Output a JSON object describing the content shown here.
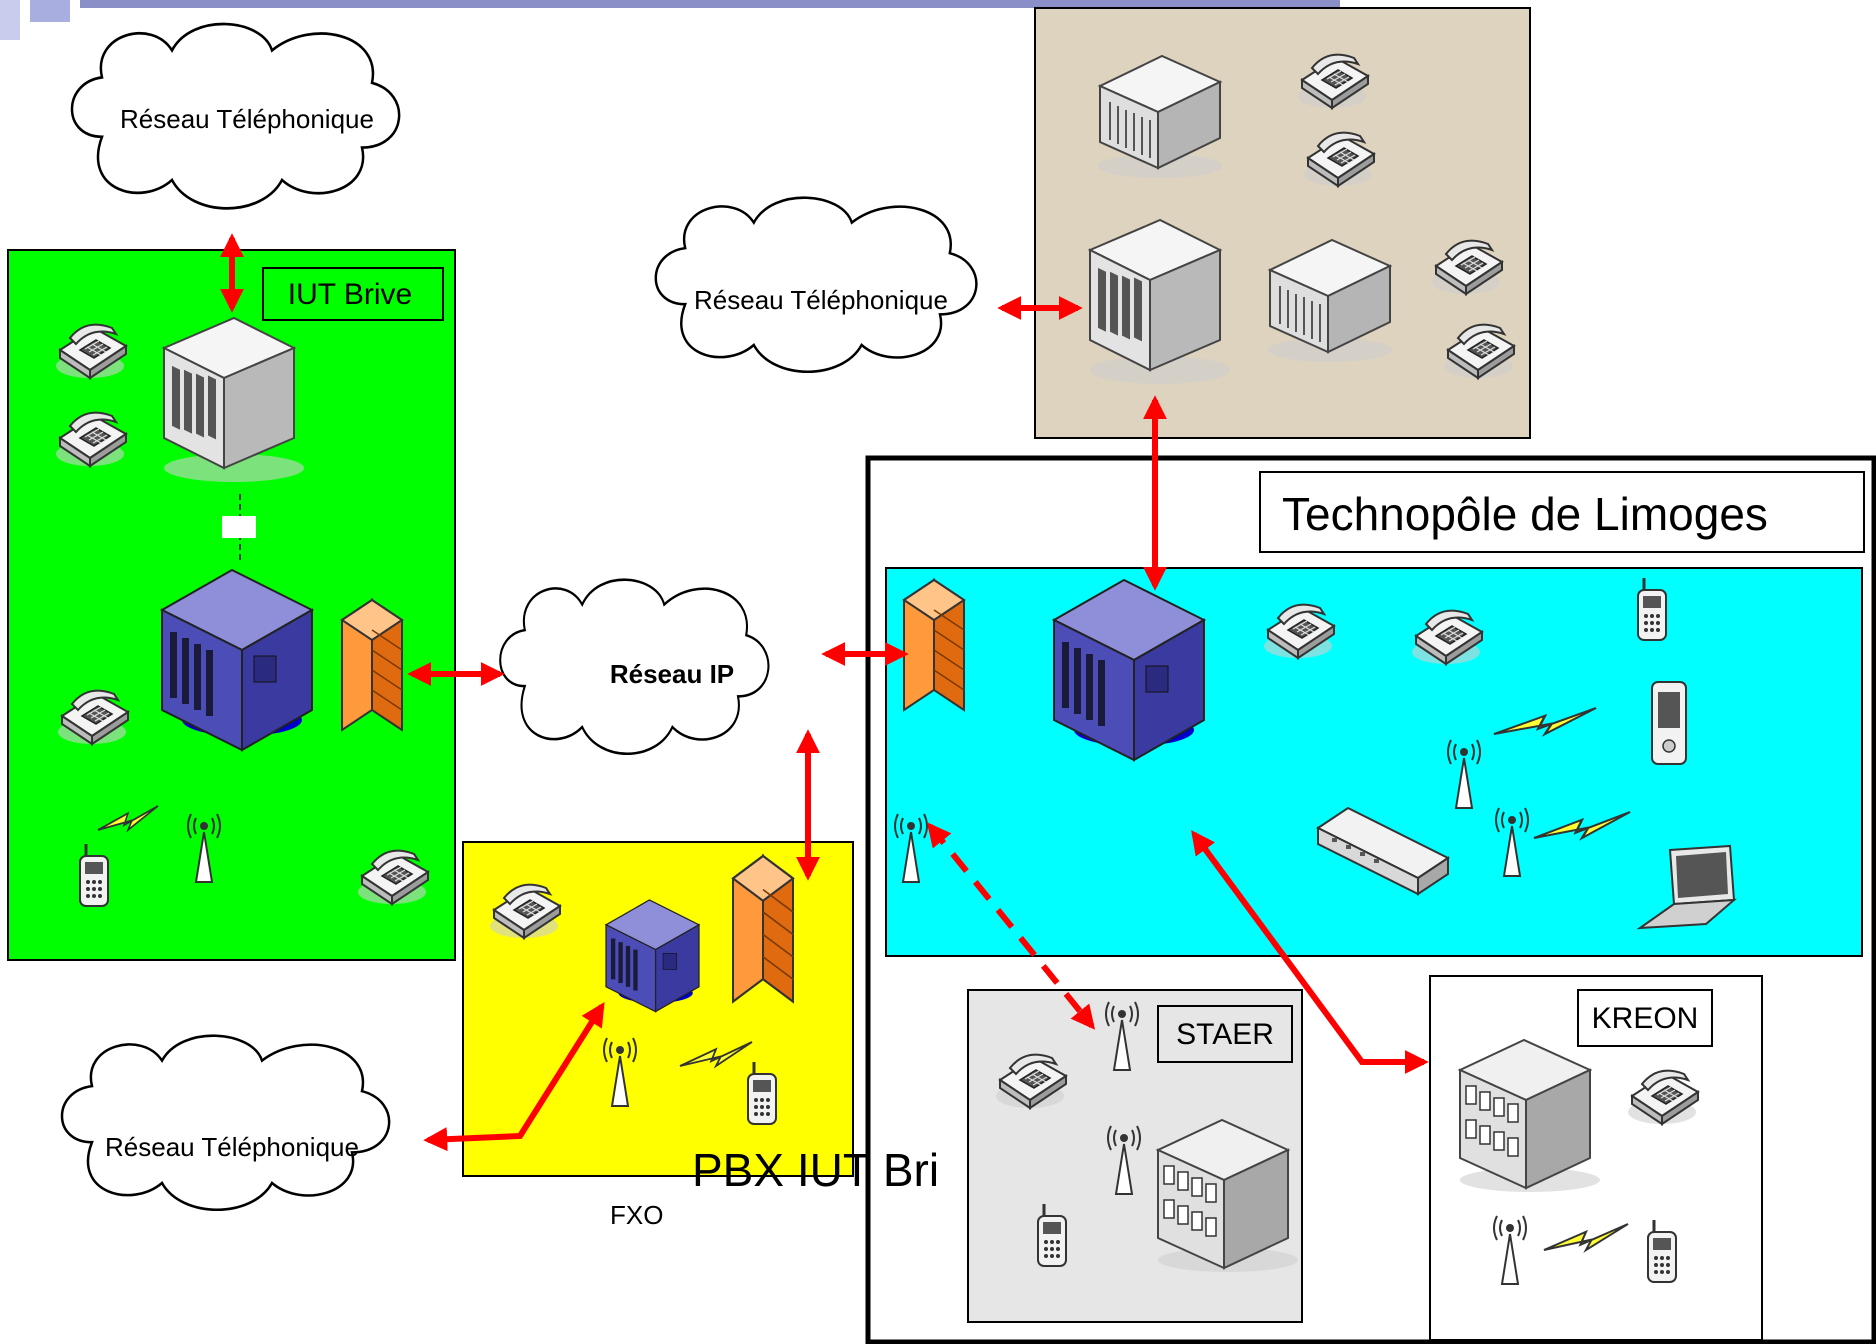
{
  "labels": {
    "cloud_top_left": "Réseau Téléphonique",
    "cloud_top_center": "Réseau Téléphonique",
    "cloud_bottom_left": "Réseau Téléphonique",
    "cloud_ip": "Réseau IP",
    "iut_brive": "IUT Brive",
    "technopole": "Technopôle de Limoges",
    "staer": "STAER",
    "kreon": "KREON",
    "fxo": "FXO",
    "pbx_overlap": "PBX IUT Bri"
  },
  "colors": {
    "iut_zone": "#00ff00",
    "technopole_zone": "#00ffff",
    "yellow_zone": "#ffff00",
    "top_zone": "#ddd3bf",
    "staer_zone": "#e6e6e6",
    "arrow": "#ff0000",
    "header_bar": "#8a8fc8"
  },
  "icons": {
    "cloud": "cloud-icon",
    "phone": "desk-phone-icon",
    "server": "server-icon",
    "pbx": "ip-pbx-icon",
    "firewall": "firewall-icon",
    "antenna": "antenna-icon",
    "mobile": "mobile-phone-icon",
    "pda": "pda-icon",
    "laptop": "laptop-icon",
    "switch": "switch-icon",
    "building": "building-icon",
    "wireless": "wireless-link-icon"
  }
}
